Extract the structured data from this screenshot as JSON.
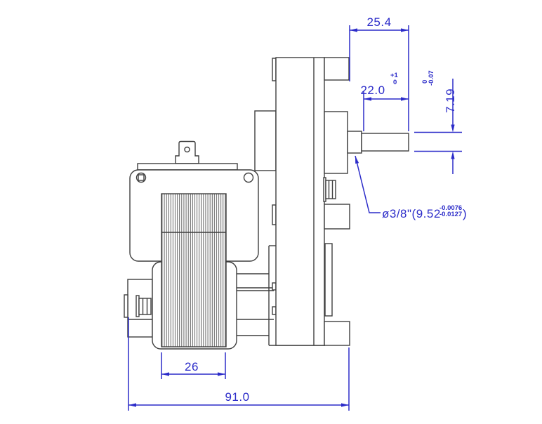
{
  "drawing": {
    "description": "Technical CAD side-view drawing of a shaded-pole gear motor with blue dimension annotations",
    "colors": {
      "outline": "#3e3e3e",
      "dimension": "#2c2cc9",
      "background": "#ffffff"
    },
    "dims": {
      "d254": {
        "value": "25.4"
      },
      "d220": {
        "value": "22.0",
        "tol_upper": "+1",
        "tol_lower": "0"
      },
      "d719": {
        "value": "7.19",
        "tol_upper": "0",
        "tol_lower": "-0.07"
      },
      "dshaft": {
        "label": "ø3/8\"(9.52",
        "tol_upper": "-0.0076",
        "tol_lower": "-0.0127",
        "close": ")"
      },
      "d26": {
        "value": "26"
      },
      "d910": {
        "value": "91.0"
      }
    }
  }
}
